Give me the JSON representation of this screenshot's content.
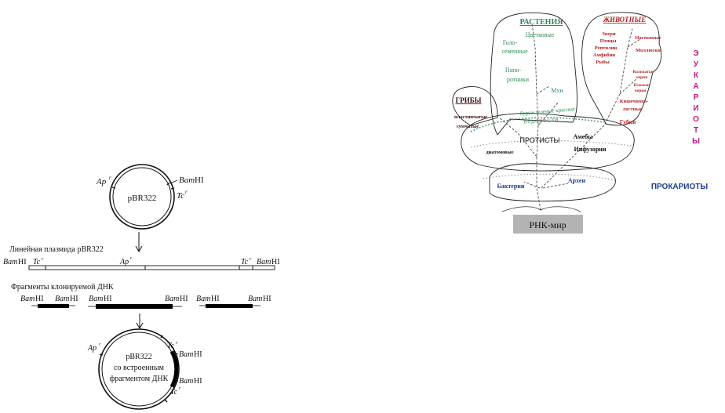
{
  "plasmid": {
    "top": {
      "name": "pBR322",
      "ap": "Ap",
      "tc": "Tc",
      "r": "r",
      "bam": "Bam",
      "hi": "HI"
    },
    "linear_caption": "Линейная плазмида pBR322",
    "linear": {
      "bam": "Bam",
      "hi": "HI",
      "tc": "Tc",
      "ap": "Ap",
      "r": "r"
    },
    "fragments_caption": "Фрагменты клонируемой ДНК",
    "fragments": {
      "bam": "Bam",
      "hi": "HI"
    },
    "bottom": {
      "line1": "pBR322",
      "line2": "со встроенным",
      "line3": "фрагментом ДНК",
      "ap": "Ap",
      "tc": "Tc",
      "r": "r",
      "bam": "Bam",
      "hi": "HI"
    }
  },
  "tree": {
    "plants": "РАСТЕНИЯ",
    "animals": "ЖИВОТНЫЕ",
    "fungi": "ГРИБЫ",
    "flowering": "Цветковые",
    "gymno_1": "Голо-",
    "gymno_2": "семенные",
    "ferns_1": "Папо-",
    "ferns_2": "ротники",
    "mosses": "Мхи",
    "algae_1": "бурые зеленые красные",
    "algae_2": "водоросли",
    "beasts": "Звери",
    "birds": "Птицы",
    "reptiles": "Рептилии",
    "amphibians": "Амфибии",
    "fish": "Рыбы",
    "insects": "Насекомые",
    "molluscs": "Моллюски",
    "annelids_1": "Кольчатые",
    "annelids_2": "черви",
    "flatworms_1": "Плоские",
    "flatworms_2": "черви",
    "coelenterates_1": "Кишечнопо-",
    "coelenterates_2": "лостные",
    "sponges": "Губки",
    "lamellar": "пластинчатые",
    "pouch": "сумчатые",
    "protists": "ПРОТИСТЫ",
    "amoebas": "Амебы",
    "ciliates": "Инфузории",
    "diatoms": "диатомовые",
    "bacteria": "Бактерии",
    "archaea": "Археи",
    "rna_world": "РНК-мир",
    "eukaryotes_letters": [
      "Э",
      "У",
      "К",
      "А",
      "Р",
      "И",
      "О",
      "Т",
      "Ы"
    ],
    "prokaryotes": "ПРОКАРИОТЫ"
  }
}
